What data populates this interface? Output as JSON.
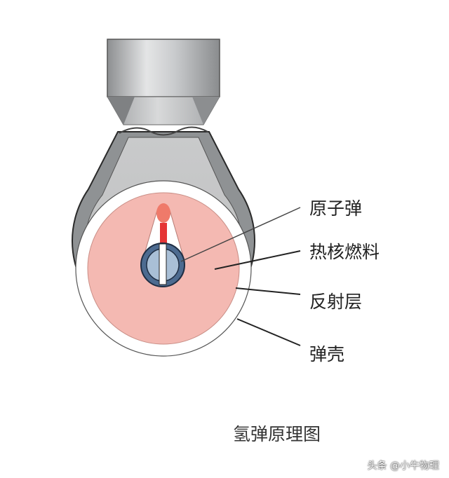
{
  "labels": {
    "atomic_bomb": "原子弹",
    "fusion_fuel": "热核燃料",
    "reflector": "反射层",
    "casing": "弹壳"
  },
  "caption": "氢弹原理图",
  "watermark": "头条 @小牛物理",
  "colors": {
    "casing": "#8f9294",
    "casing_edge": "#2a2a2a",
    "reflector": "#ffffff",
    "fuel": "#f4b9b2",
    "bomb_ring": "#4d6b90",
    "hot_tip": "#ef7a6a",
    "core_red": "#e53535"
  }
}
